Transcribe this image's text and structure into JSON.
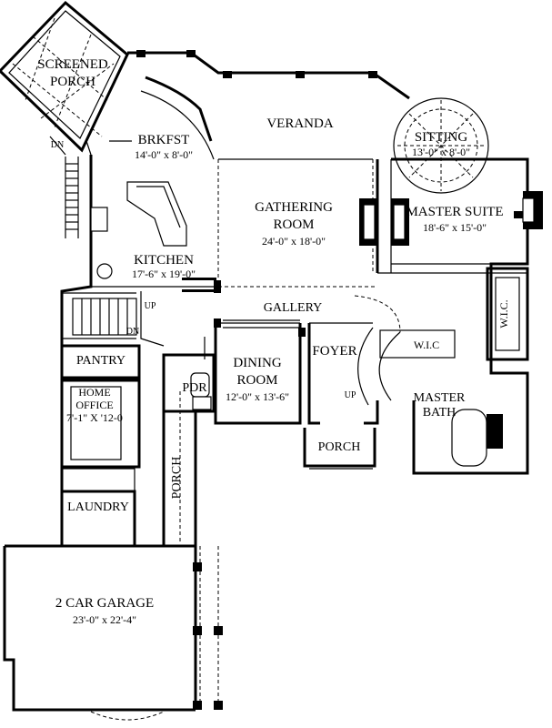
{
  "rooms": {
    "screened_porch": {
      "line1": "SCREENED",
      "line2": "PORCH"
    },
    "brkfst": {
      "name": "BRKFST",
      "dims": "14'-0\" x 8'-0\""
    },
    "veranda": {
      "name": "VERANDA"
    },
    "sitting": {
      "name": "SITTING",
      "dims": "13'-0\" x 8'-0\""
    },
    "gathering_room": {
      "line1": "GATHERING",
      "line2": "ROOM",
      "dims": "24'-0\" x 18'-0\""
    },
    "master_suite": {
      "name": "MASTER SUITE",
      "dims": "18'-6\" x 15'-0\""
    },
    "kitchen": {
      "name": "KITCHEN",
      "dims": "17'-6\" x 19'-0\""
    },
    "gallery": {
      "name": "GALLERY"
    },
    "pantry": {
      "name": "PANTRY"
    },
    "home_office": {
      "line1": "HOME",
      "line2": "OFFICE",
      "dims": "7'-1\" X '12-0"
    },
    "dining_room": {
      "line1": "DINING",
      "line2": "ROOM",
      "dims": "12'-0\" x 13'-6\""
    },
    "foyer": {
      "name": "FOYER"
    },
    "wic_small": {
      "name": "W.I.C"
    },
    "wic_large": {
      "name": "W.I.C."
    },
    "pdr": {
      "name": "PDR"
    },
    "master_bath": {
      "line1": "MASTER",
      "line2": "BATH"
    },
    "porch_front": {
      "name": "PORCH"
    },
    "porch_side": {
      "name": "PORCH"
    },
    "laundry": {
      "name": "LAUNDRY"
    },
    "garage": {
      "name": "2 CAR GARAGE",
      "dims": "23'-0\" x 22'-4\""
    }
  },
  "stair_labels": {
    "dn_top": "DN",
    "up_rear": "UP",
    "dn_rear": "DN",
    "up_foyer": "UP"
  }
}
